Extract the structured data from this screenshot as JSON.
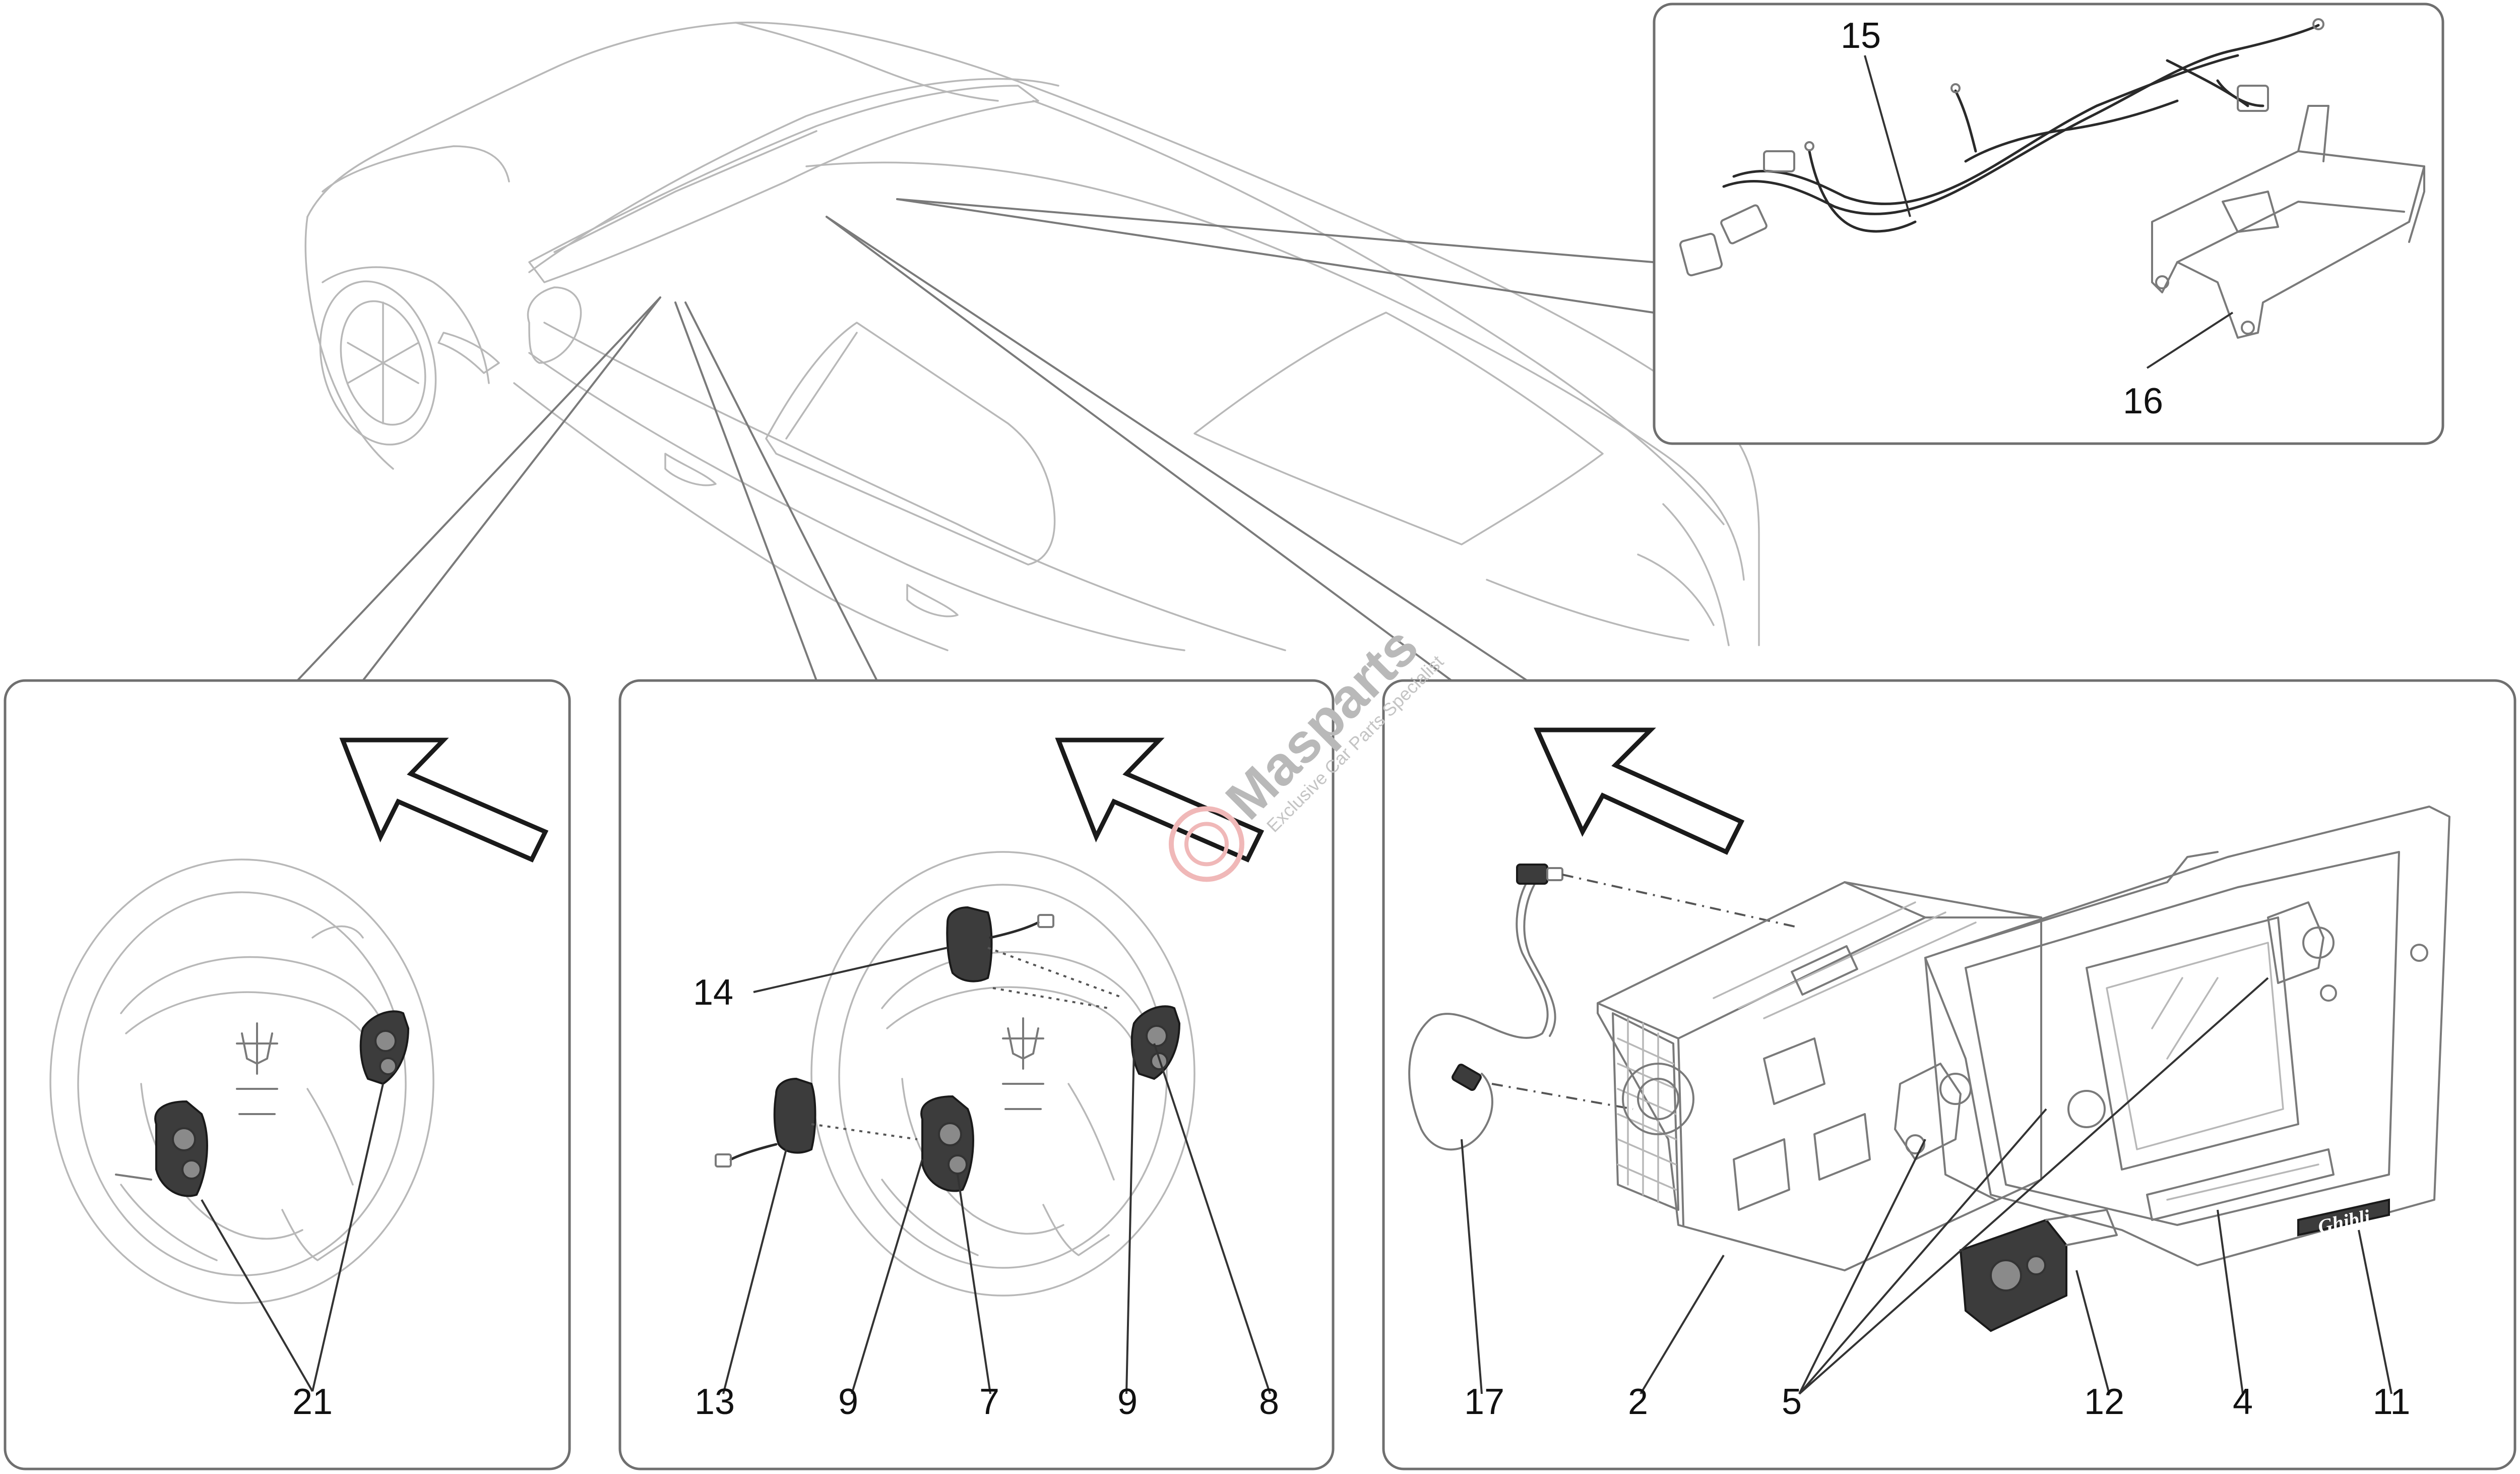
{
  "callouts": {
    "c2": "2",
    "c4": "4",
    "c5": "5",
    "c7": "7",
    "c8": "8",
    "c9a": "9",
    "c9b": "9",
    "c11": "11",
    "c12": "12",
    "c13": "13",
    "c14": "14",
    "c15": "15",
    "c16": "16",
    "c17": "17",
    "c21": "21"
  },
  "watermark": {
    "brand": "Masparts",
    "tagline": "Exclusive Car Parts Specialist"
  },
  "badge_text": "Ghibli"
}
